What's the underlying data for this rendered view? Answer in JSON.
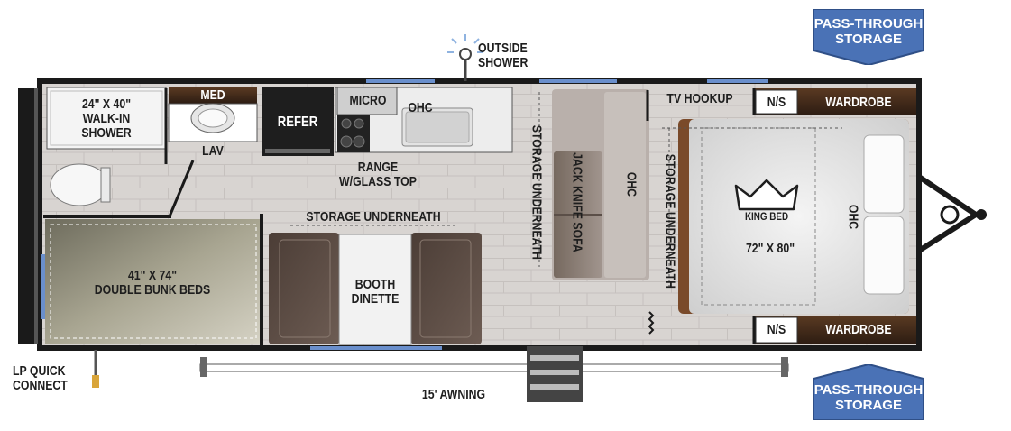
{
  "labels": {
    "outside_shower": "OUTSIDE\nSHOWER",
    "pass_through_storage": "PASS-THROUGH\nSTORAGE",
    "walk_in_shower": "24\" X 40\"\nWALK-IN\nSHOWER",
    "med": "MED",
    "lav": "LAV",
    "refer": "REFER",
    "micro": "MICRO",
    "ohc": "OHC",
    "range": "RANGE\nW/GLASS TOP",
    "storage_underneath": "STORAGE UNDERNEATH",
    "jack_knife_sofa": "JACK KNIFE SOFA",
    "tv_hookup": "TV HOOKUP",
    "ns": "N/S",
    "wardrobe": "WARDROBE",
    "king_bed": "KING BED",
    "bed_size": "72\" X 80\"",
    "bunk_beds": "41\" X 74\"\nDOUBLE BUNK BEDS",
    "booth_dinette": "BOOTH\nDINETTE",
    "lp_quick_connect": "LP QUICK\nCONNECT",
    "awning": "15' AWNING"
  },
  "colors": {
    "wall": "#1a1a1a",
    "floor": "#d9d5d2",
    "badge": "#4a72b6",
    "cabinet": "#3d2a22",
    "bunk": "#8f8b78",
    "sofa": "#8a7c77",
    "bed": "#ececec"
  }
}
